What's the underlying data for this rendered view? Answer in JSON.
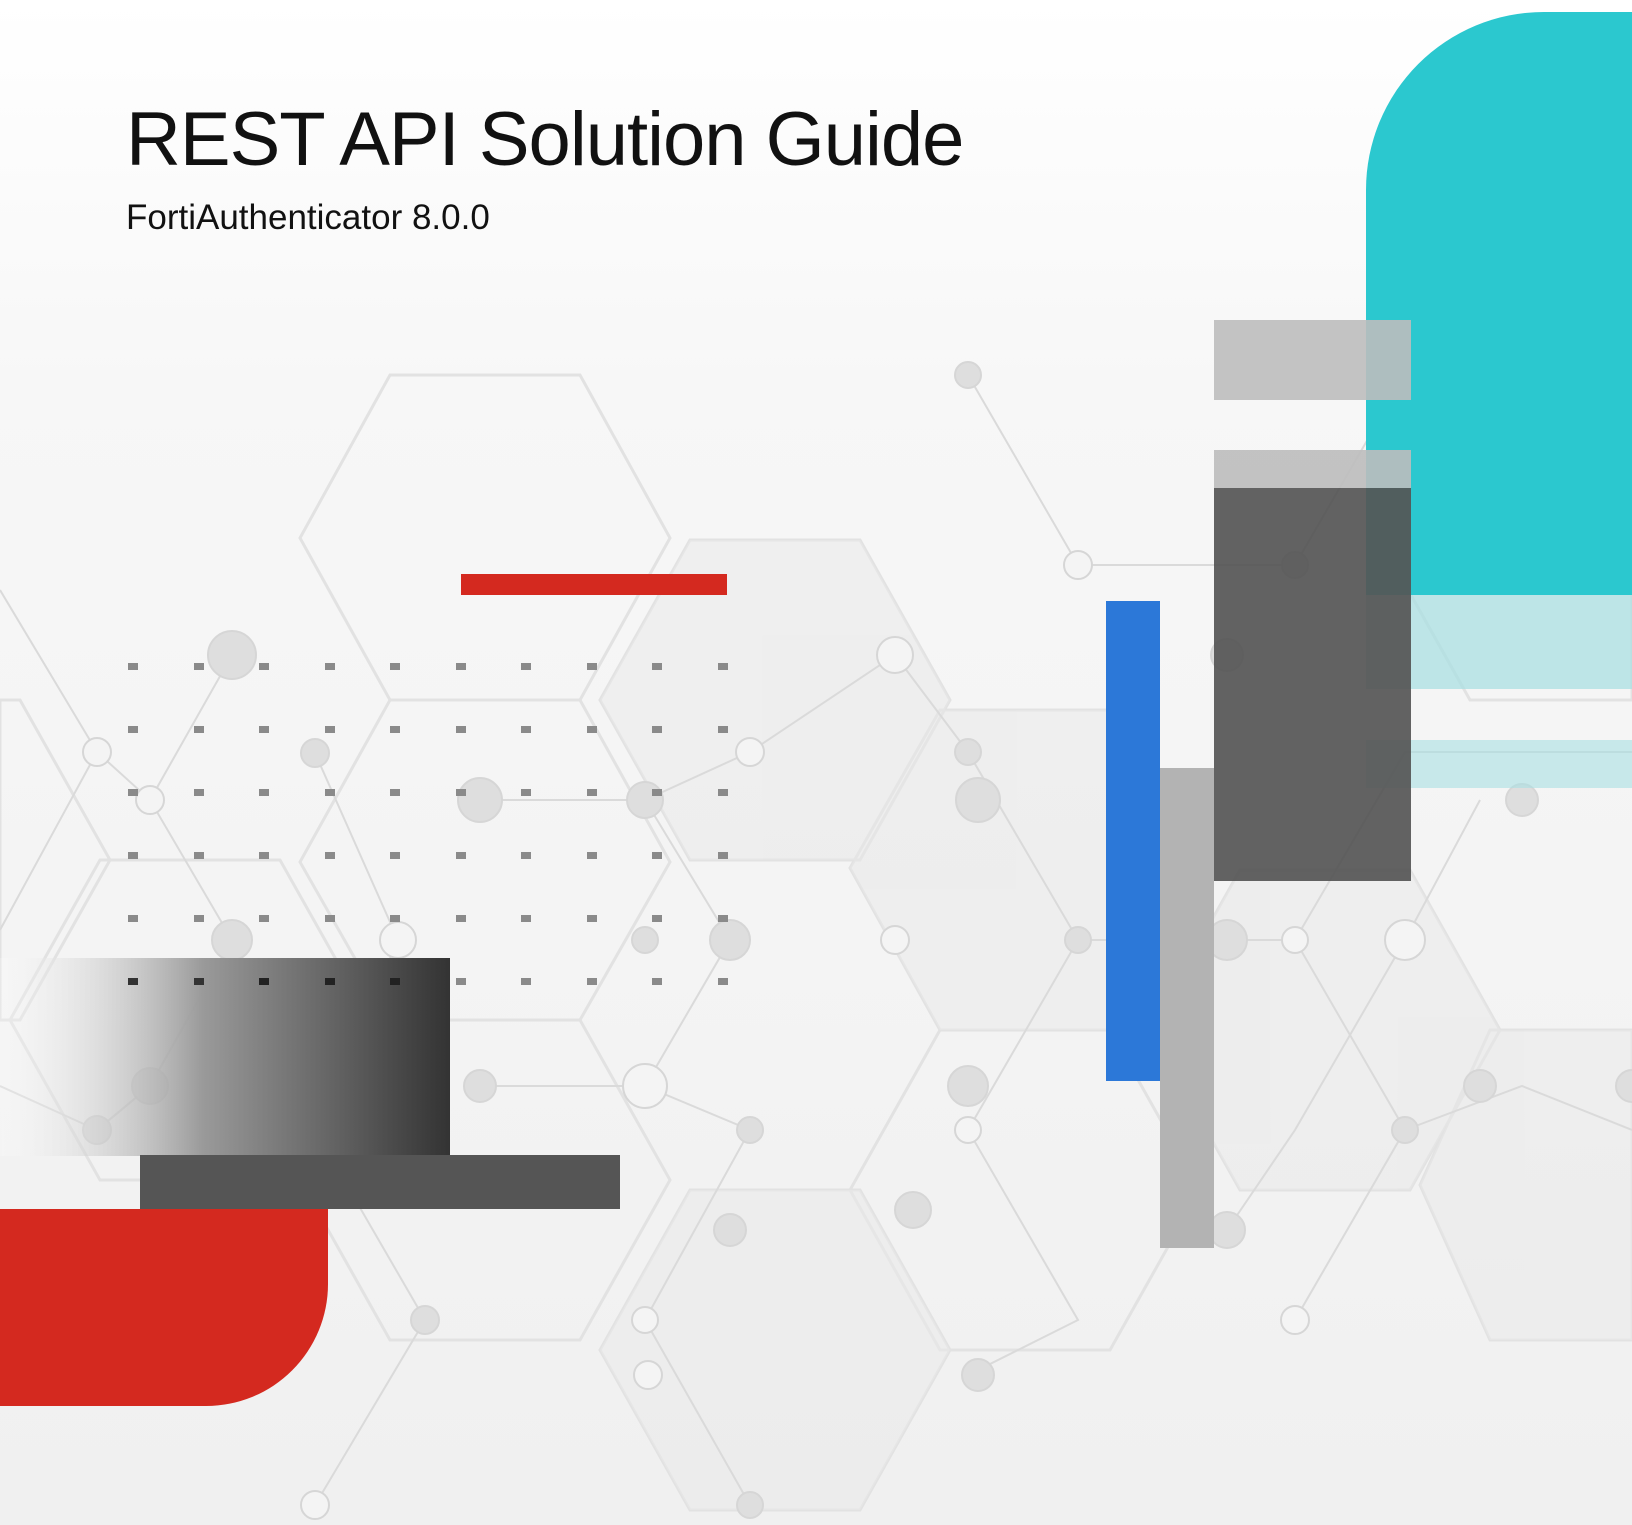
{
  "document": {
    "title": "REST API Solution Guide",
    "product": "FortiAuthenticator 8.0.0"
  },
  "colors": {
    "background": "#f5f5f5",
    "text": "#111111",
    "teal_accent": "#2bc8cf",
    "red_accent": "#d4291f",
    "blue_accent": "#2c78d8",
    "dark_gray": "#555555",
    "light_gray": "#bdbdbd"
  },
  "decorations": {
    "pattern": "hexagon-network",
    "dot_grid_rows": 6,
    "dot_grid_cols": 10
  }
}
